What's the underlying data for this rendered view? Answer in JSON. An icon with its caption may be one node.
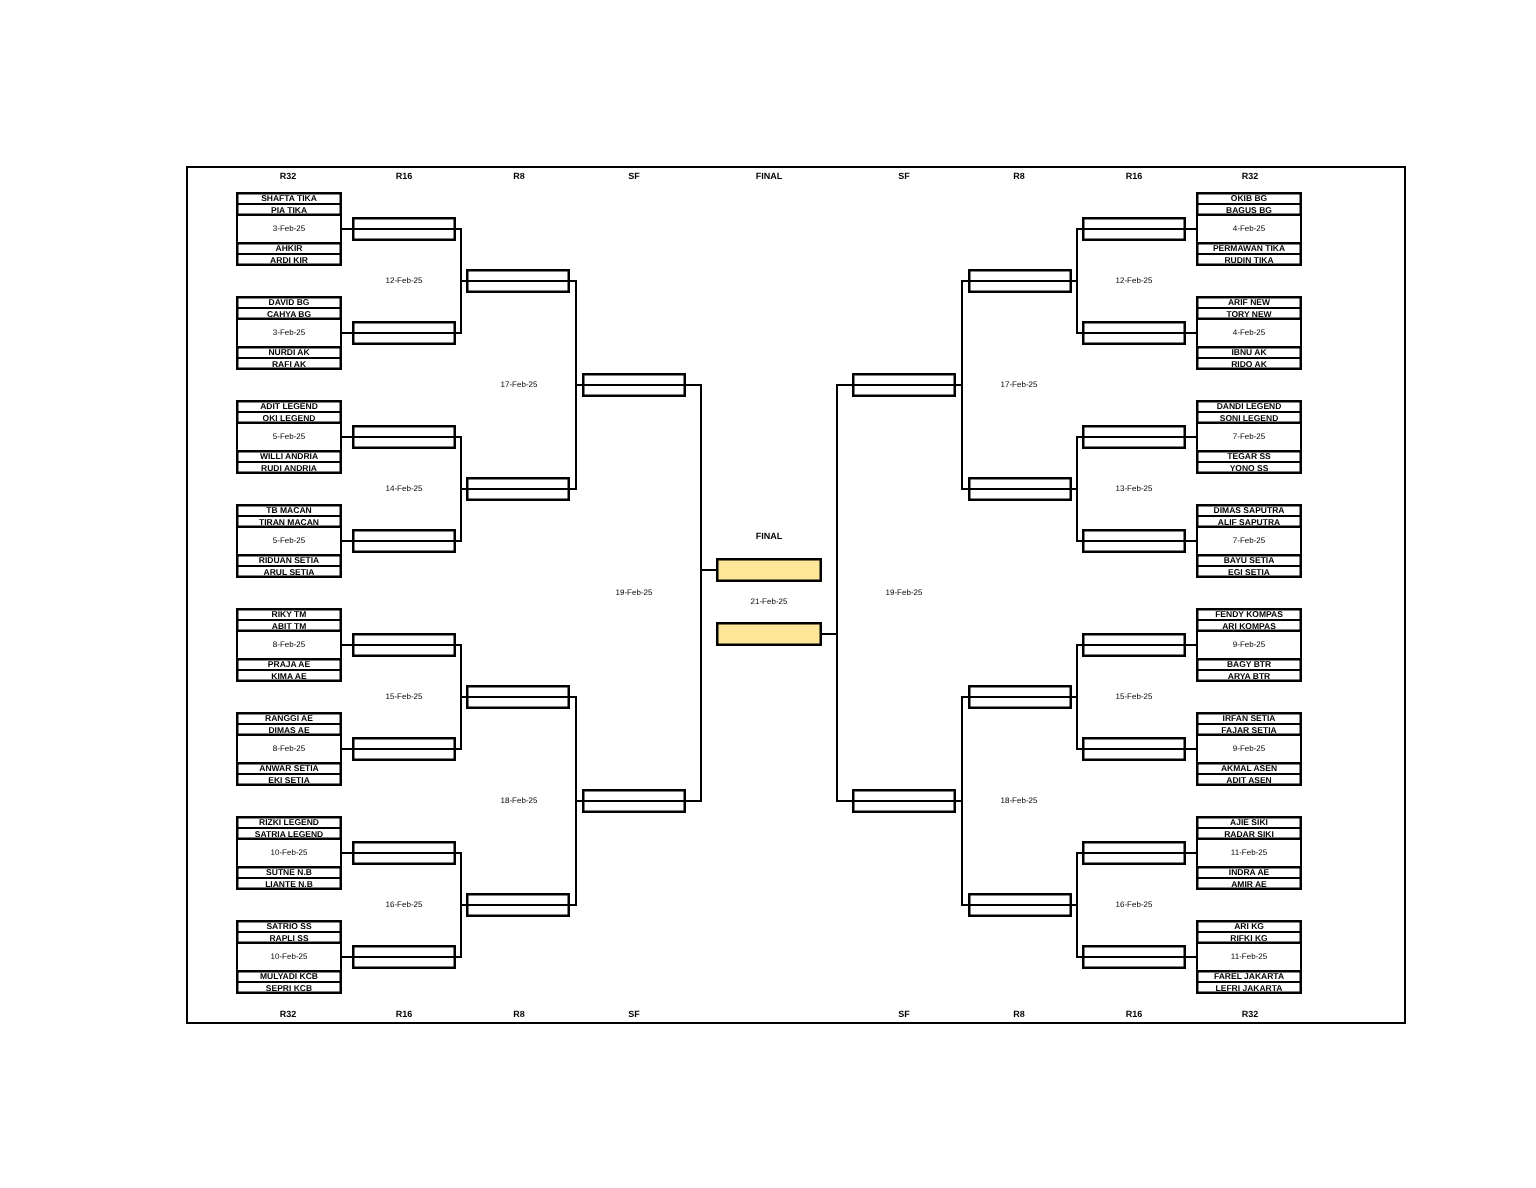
{
  "diagram": {
    "nodes": [
      {
        "text": [
          "3-Feb-25"
        ]
      },
      {
        "text": [
          "SHAFTA TIKA",
          "PIA TIKA"
        ],
        "in": 0
      },
      {
        "text": [
          "AHKIR",
          "ARDI KIR"
        ],
        "in": 0
      },
      {
        "text": [
          "3-Feb-25"
        ]
      },
      {
        "text": [
          "DAVID BG",
          "CAHYA BG"
        ],
        "in": 3
      },
      {
        "text": [
          "NURDI AK",
          "RAFI AK"
        ],
        "in": 3
      },
      {
        "text": [
          "5-Feb-25"
        ]
      },
      {
        "text": [
          "ADIT LEGEND",
          "OKI LEGEND"
        ],
        "in": 6
      },
      {
        "text": [
          "WILLI ANDRIA",
          "RUDI ANDRIA"
        ],
        "in": 6
      },
      {
        "text": [
          "5-Feb-25"
        ]
      },
      {
        "text": [
          "TB MACAN",
          "TIRAN MACAN"
        ],
        "in": 9
      },
      {
        "text": [
          "RIDUAN SETIA",
          "ARUL SETIA"
        ],
        "in": 9
      },
      {
        "text": [
          "8-Feb-25"
        ]
      },
      {
        "text": [
          "RIKY TM",
          "ABIT TM"
        ],
        "in": 12
      },
      {
        "text": [
          "PRAJA AE",
          "KIMA AE"
        ],
        "in": 12
      },
      {
        "text": [
          "8-Feb-25"
        ]
      },
      {
        "text": [
          "RANGGI AE",
          "DIMAS AE"
        ],
        "in": 15
      },
      {
        "text": [
          "ANWAR SETIA",
          "EKI SETIA"
        ],
        "in": 15
      },
      {
        "text": [
          "10-Feb-25"
        ]
      },
      {
        "text": [
          "RIZKI LEGEND",
          "SATRIA LEGEND"
        ],
        "in": 18
      },
      {
        "text": [
          "SUTNE N.B",
          "LIANTE N.B"
        ],
        "in": 18
      },
      {
        "text": [
          "10-Feb-25"
        ]
      },
      {
        "text": [
          "SATRIO SS",
          "RAPLI SS"
        ],
        "in": 21
      },
      {
        "text": [
          "MULYADI KCB",
          "SEPRI KCB"
        ],
        "in": 21
      },
      {
        "text": [],
        "shape": "box"
      },
      {
        "text": [],
        "shape": "box"
      },
      {
        "text": [],
        "shape": "box"
      },
      {
        "text": [],
        "shape": "box"
      },
      {
        "text": [],
        "shape": "box"
      },
      {
        "text": [],
        "shape": "box"
      },
      {
        "text": [],
        "shape": "box"
      },
      {
        "text": [],
        "shape": "box"
      },
      {
        "text": [],
        "shape": "box"
      },
      {
        "text": [],
        "shape": "box"
      },
      {
        "text": [],
        "shape": "box"
      },
      {
        "text": [],
        "shape": "box"
      },
      {
        "text": [],
        "shape": "box"
      },
      {
        "text": [],
        "shape": "box"
      },
      {
        "text": [],
        "shape": "box"
      },
      {
        "text": [],
        "shape": "box"
      },
      {
        "text": [],
        "shape": "box"
      },
      {
        "text": [],
        "shape": "box"
      },
      {
        "text": [],
        "shape": "box"
      },
      {
        "text": [],
        "shape": "box"
      },
      {
        "text": [],
        "shape": "box"
      },
      {
        "text": [],
        "shape": "box"
      },
      {
        "text": [],
        "shape": "box"
      },
      {
        "text": [],
        "shape": "box"
      },
      {
        "text": [],
        "shape": "box"
      },
      {
        "text": [],
        "shape": "box"
      },
      {
        "text": [],
        "shape": "box"
      },
      {
        "text": [],
        "shape": "box"
      },
      {
        "text": [],
        "shape": "box"
      },
      {
        "text": [],
        "shape": "box"
      },
      {
        "text": [
          "4-Feb-25"
        ]
      },
      {
        "text": [
          "OKIB BG",
          "BAGUS BG"
        ],
        "in": 54
      },
      {
        "text": [
          "PERMAWAN TIKA",
          "RUDIN TIKA"
        ],
        "in": 54
      },
      {
        "text": [
          "4-Feb-25"
        ]
      },
      {
        "text": [
          "ARIF NEW",
          "TORY NEW"
        ],
        "in": 57
      },
      {
        "text": [
          "IBNU AK",
          "RIDO AK"
        ],
        "in": 57
      },
      {
        "text": [
          "7-Feb-25"
        ]
      },
      {
        "text": [
          "DANDI LEGEND",
          "SONI LEGEND"
        ],
        "in": 60
      },
      {
        "text": [
          "TEGAR SS",
          "YONO SS"
        ],
        "in": 60
      },
      {
        "text": [
          "7-Feb-25"
        ]
      },
      {
        "text": [
          "DIMAS SAPUTRA",
          "ALIF SAPUTRA"
        ],
        "in": 63
      },
      {
        "text": [
          "BAYU SETIA",
          "EGI SETIA"
        ],
        "in": 63
      },
      {
        "text": [
          "9-Feb-25"
        ]
      },
      {
        "text": [
          "FENDY KOMPAS",
          "ARI KOMPAS"
        ],
        "in": 66
      },
      {
        "text": [
          "BAGY BTR",
          "ARYA BTR"
        ],
        "in": 66
      },
      {
        "text": [
          "9-Feb-25"
        ]
      },
      {
        "text": [
          "IRFAN SETIA",
          "FAJAR SETIA"
        ],
        "in": 69
      },
      {
        "text": [
          "AKMAL ASEN",
          "ADIT ASEN"
        ],
        "in": 69
      },
      {
        "text": [
          "11-Feb-25"
        ]
      },
      {
        "text": [
          "AJIE SIKI",
          "RADAR SIKI"
        ],
        "in": 72
      },
      {
        "text": [
          "INDRA AE",
          "AMIR AE"
        ],
        "in": 72
      },
      {
        "text": [
          "11-Feb-25"
        ]
      },
      {
        "text": [
          "ARI KG",
          "RIFKI KG"
        ],
        "in": 75
      },
      {
        "text": [
          "FAREL JAKARTA",
          "LEFRI JAKARTA"
        ],
        "in": 75
      }
    ],
    "edges": [
      {
        "from": 0,
        "to": 24,
        "arrow": "none"
      },
      {
        "from": 3,
        "to": 25,
        "arrow": "none"
      },
      {
        "from": 6,
        "to": 26,
        "arrow": "none"
      },
      {
        "from": 9,
        "to": 27,
        "arrow": "none"
      },
      {
        "from": 12,
        "to": 28,
        "arrow": "none"
      },
      {
        "from": 15,
        "to": 29,
        "arrow": "none"
      },
      {
        "from": 18,
        "to": 30,
        "arrow": "none"
      },
      {
        "from": 21,
        "to": 31,
        "arrow": "none"
      },
      {
        "from": 24,
        "to": 32,
        "arrow": "none"
      },
      {
        "from": 25,
        "to": 32,
        "arrow": "none"
      },
      {
        "from": 26,
        "to": 33,
        "arrow": "none"
      },
      {
        "from": 27,
        "to": 33,
        "arrow": "none"
      },
      {
        "from": 28,
        "to": 34,
        "arrow": "none"
      },
      {
        "from": 29,
        "to": 34,
        "arrow": "none"
      },
      {
        "from": 30,
        "to": 35,
        "arrow": "none"
      },
      {
        "from": 31,
        "to": 35,
        "arrow": "none"
      },
      {
        "from": 32,
        "to": 36,
        "arrow": "none"
      },
      {
        "from": 33,
        "to": 36,
        "arrow": "none"
      },
      {
        "from": 34,
        "to": 37,
        "arrow": "none"
      },
      {
        "from": 35,
        "to": 37,
        "arrow": "none"
      },
      {
        "from": 36,
        "to": 38,
        "arrow": "none"
      },
      {
        "from": 37,
        "to": 38,
        "arrow": "none"
      },
      {
        "from": 54,
        "to": 46,
        "arrow": "none"
      },
      {
        "from": 57,
        "to": 47,
        "arrow": "none"
      },
      {
        "from": 60,
        "to": 48,
        "arrow": "none"
      },
      {
        "from": 63,
        "to": 49,
        "arrow": "none"
      },
      {
        "from": 66,
        "to": 50,
        "arrow": "none"
      },
      {
        "from": 69,
        "to": 51,
        "arrow": "none"
      },
      {
        "from": 72,
        "to": 52,
        "arrow": "none"
      },
      {
        "from": 75,
        "to": 53,
        "arrow": "none"
      },
      {
        "from": 46,
        "to": 42,
        "arrow": "none"
      },
      {
        "from": 47,
        "to": 42,
        "arrow": "none"
      },
      {
        "from": 48,
        "to": 43,
        "arrow": "none"
      },
      {
        "from": 49,
        "to": 43,
        "arrow": "none"
      },
      {
        "from": 50,
        "to": 44,
        "arrow": "none"
      },
      {
        "from": 51,
        "to": 44,
        "arrow": "none"
      },
      {
        "from": 52,
        "to": 45,
        "arrow": "none"
      },
      {
        "from": 53,
        "to": 45,
        "arrow": "none"
      },
      {
        "from": 42,
        "to": 40,
        "arrow": "none"
      },
      {
        "from": 43,
        "to": 40,
        "arrow": "none"
      },
      {
        "from": 44,
        "to": 41,
        "arrow": "none"
      },
      {
        "from": 45,
        "to": 41,
        "arrow": "none"
      },
      {
        "from": 40,
        "to": 39,
        "arrow": "none"
      },
      {
        "from": 41,
        "to": 39,
        "arrow": "none"
      }
    ],
    "labels": [
      "R32",
      "R16",
      "R8",
      "SF",
      "FINAL",
      "SF",
      "R8",
      "R16",
      "R32",
      "12-Feb-25",
      "12-Feb-25",
      "17-Feb-25",
      "17-Feb-25",
      "14-Feb-25",
      "13-Feb-25",
      "FINAL",
      "19-Feb-25",
      "21-Feb-25",
      "19-Feb-25",
      "15-Feb-25",
      "15-Feb-25",
      "18-Feb-25",
      "18-Feb-25",
      "16-Feb-25",
      "16-Feb-25",
      "R32",
      "R16",
      "R8",
      "SF",
      "SF",
      "R8",
      "R16",
      "R32"
    ]
  }
}
